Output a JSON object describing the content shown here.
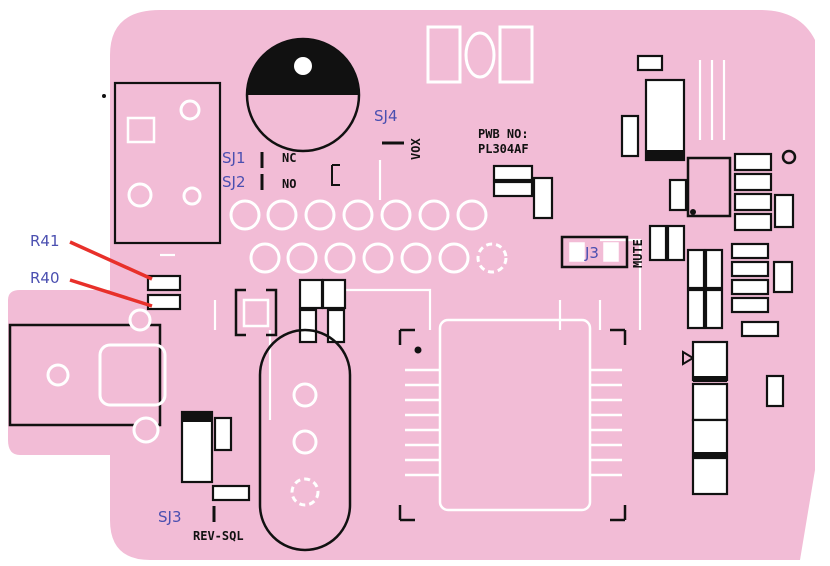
{
  "board": {
    "color": "#f2bcd6",
    "pwb_line1": "PWB NO:",
    "pwb_line2": "PL304AF"
  },
  "labels": {
    "sj1": "SJ1",
    "sj2": "SJ2",
    "sj3": "SJ3",
    "sj4": "SJ4",
    "nc": "NC",
    "no": "NO",
    "vox": "VOX",
    "j3": "J3",
    "mute": "MUTE",
    "rev_sql": "REV-SQL",
    "r41": "R41",
    "r40": "R40"
  },
  "colors": {
    "annotation_text": "#4a4fb0",
    "pointer_line": "#e8302a",
    "silkscreen": "#111111",
    "pad": "#ffffff"
  }
}
